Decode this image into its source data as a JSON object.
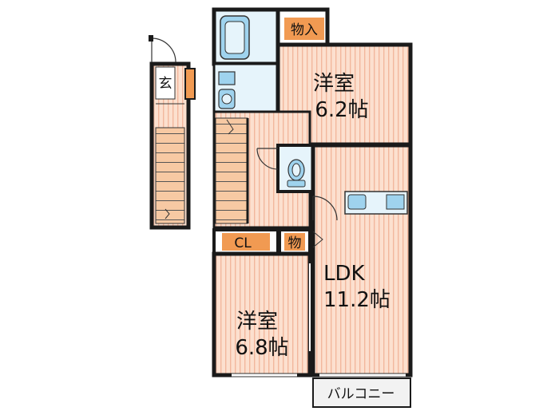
{
  "colors": {
    "floor": "#fce0cf",
    "floor_stripe": "#f2b79d",
    "wet_area": "#e6f4fb",
    "fixture": "#9fd3ee",
    "storage_label_bg": "#f19a52",
    "wall": "#1a1a1a",
    "balcony": "#f2f2f2"
  },
  "labels": {
    "genkan": "玄",
    "storage_top": "物入",
    "western_room_1": "洋室",
    "western_room_1_size": "6.2帖",
    "western_room_2": "洋室",
    "western_room_2_size": "6.8帖",
    "ldk": "LDK",
    "ldk_size": "11.2帖",
    "closet": "CL",
    "storage_small": "物",
    "balcony": "バルコニー"
  },
  "icons": {
    "bathtub": "bathtub-icon",
    "washbasin": "washbasin-icon",
    "washing_machine": "washing-machine-icon",
    "toilet": "toilet-icon",
    "kitchen": "kitchen-counter-icon",
    "stairs": "staircase-icon",
    "door": "door-swing-icon"
  }
}
